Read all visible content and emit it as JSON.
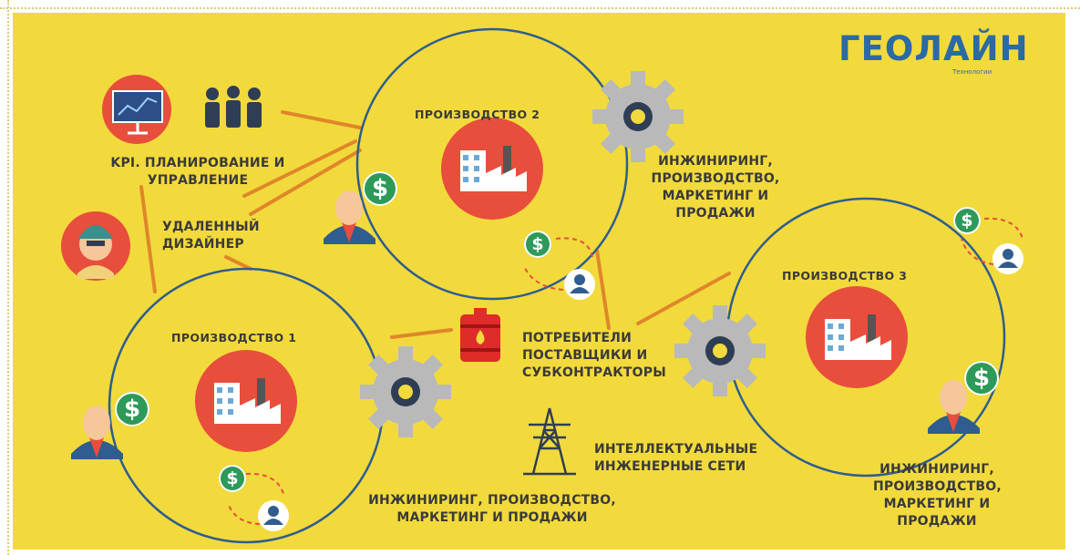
{
  "logo": {
    "title": "ГЕОЛАЙН",
    "subtitle": "Технологии"
  },
  "labels": {
    "kpi": "KPI. ПЛАНИРОВАНИЕ И УПРАВЛЕНИЕ",
    "remote": "УДАЛЕННЫЙ ДИЗАЙНЕР",
    "prod1_title": "ПРОИЗВОДСТВО 1",
    "prod2_title": "ПРОИЗВОДСТВО 2",
    "prod3_title": "ПРОИЗВОДСТВО 3",
    "prod2_desc": "ИНЖИНИРИНГ, ПРОИЗВОДСТВО, МАРКЕТИНГ И ПРОДАЖИ",
    "prod1_desc": "ИНЖИНИРИНГ, ПРОИЗВОДСТВО, МАРКЕТИНГ И ПРОДАЖИ",
    "prod3_desc": "ИНЖИНИРИНГ, ПРОИЗВОДСТВО, МАРКЕТИНГ И ПРОДАЖИ",
    "consumers": "ПОТРЕБИТЕЛИ ПОСТАВЩИКИ И СУБКОНТРАКТОРЫ",
    "grid": "ИНТЕЛЛЕКТУАЛЬНЫЕ ИНЖЕНЕРНЫЕ СЕТИ"
  },
  "currency_symbol": "$",
  "colors": {
    "background": "#f2da3c",
    "circle": "#2f5d8f",
    "connector": "#e0862a",
    "accent_red": "#e84e3c",
    "money_green": "#2e9a5a",
    "gear": "#b9b9b9",
    "logo_blue": "#2b6aa3"
  },
  "icons": [
    "presentation-board-icon",
    "team-icon",
    "engineer-avatar-icon",
    "factory-icon",
    "gear-icon",
    "dollar-coin-icon",
    "user-icon",
    "oil-barrel-icon",
    "power-tower-icon",
    "worker-icon"
  ]
}
